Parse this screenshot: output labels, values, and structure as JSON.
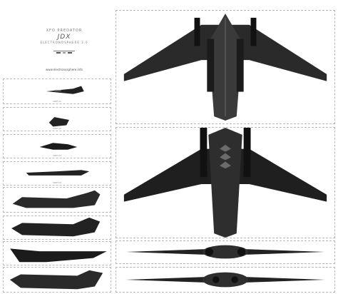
{
  "sheet": {
    "line1": "XFO PREDATOR",
    "line2": "JDX",
    "line3": "ELECTRONOSPHERE 3.0",
    "footer": "www.electronosphere.info"
  },
  "colors": {
    "hull_dark": "#1b1b1b",
    "hull_mid": "#3a3a3a",
    "hull_light": "#6b6b6b",
    "panel_border": "#b9b9b9"
  },
  "views": [
    {
      "id": "top-view",
      "label": ""
    },
    {
      "id": "bottom-view",
      "label": ""
    },
    {
      "id": "front-view",
      "label": ""
    },
    {
      "id": "rear-view",
      "label": ""
    },
    {
      "id": "side-1",
      "label": "SIDE 01"
    },
    {
      "id": "side-2",
      "label": "SIDE 02"
    },
    {
      "id": "side-3",
      "label": "SIDE 03"
    },
    {
      "id": "side-4",
      "label": "SIDE 04"
    }
  ]
}
